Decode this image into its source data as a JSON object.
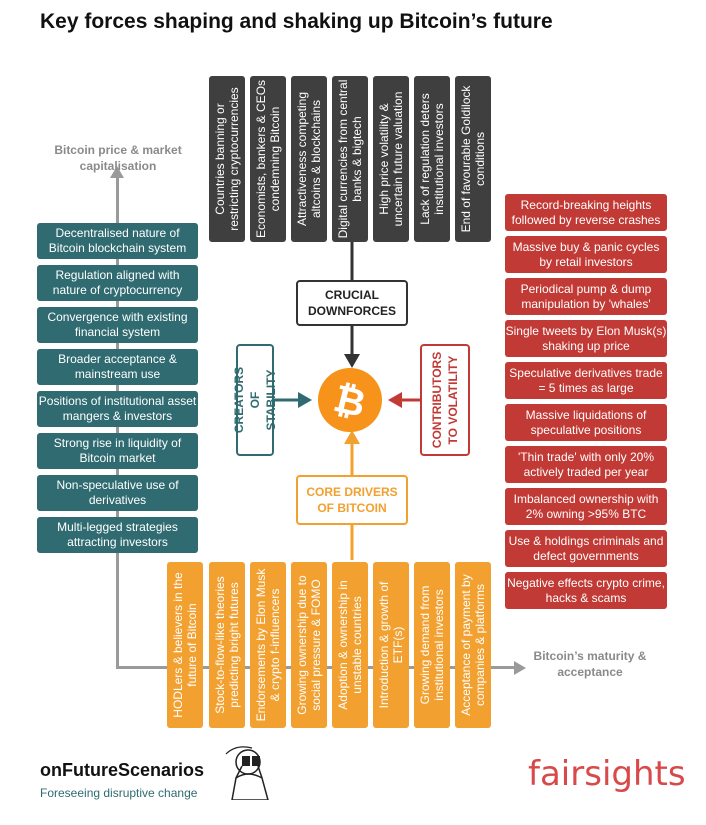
{
  "title": "Key forces shaping and shaking up Bitcoin’s future",
  "axes": {
    "y_label": "Bitcoin price & market capitalisation",
    "x_label": "Bitcoin’s maturity & acceptance"
  },
  "center_icon": "bitcoin-icon",
  "labels": {
    "downforces": "CRUCIAL DOWNFORCES",
    "core_drivers": "CORE DRIVERS OF BITCOIN",
    "stability": "CREATORS OF STABILITY",
    "volatility": "CONTRIBUTORS TO VOLATILITY"
  },
  "downforces": [
    "Countries banning or restricting cryptocurrencies",
    "Economists, bankers & CEOs condemning Bitcoin",
    "Attractiveness competing altcoins & blockchains",
    "Digital currencies from central banks & bigtech",
    "High price volatility & uncertain future valuation",
    "Lack of regulation deters institutional investors",
    "End of favourable Goldilock conditions"
  ],
  "drivers": [
    "HODLers & believers in the future of Bitcoin",
    "Stock-to-flow-like theories predicting bright futures",
    "Endorsements by Elon Musk & crypto f-influencers",
    "Growing ownership due to social pressure & FOMO",
    "Adoption & ownership in unstable countries",
    "Introduction & growth of ETF(s)",
    "Growing demand from institutional investors",
    "Acceptance of payment by companies & platforms"
  ],
  "stability": [
    "Decentralised nature of Bitcoin blockchain system",
    "Regulation aligned with nature of cryptocurrency",
    "Convergence with existing financial system",
    "Broader acceptance & mainstream use",
    "Positions of institutional asset mangers & investors",
    "Strong rise in liquidity of Bitcoin market",
    "Non-speculative use of derivatives",
    "Multi-legged strategies attracting investors"
  ],
  "volatility": [
    "Record-breaking heights followed by reverse crashes",
    "Massive buy & panic cycles by retail investors",
    "Periodical pump & dump manipulation by 'whales'",
    "Single tweets by Elon Musk(s) shaking up price",
    "Speculative derivatives trade = 5 times as large",
    "Massive liquidations of speculative positions",
    "'Thin trade' with only 20% actively traded per year",
    "Imbalanced ownership with 2% owning >95% BTC",
    "Use & holdings criminals and defect governments",
    "Negative effects crypto crime, hacks & scams"
  ],
  "footer": {
    "brand": "onFutureScenarios",
    "tagline": "Foreseeing disruptive change",
    "logo": "fairsights"
  },
  "colors": {
    "teal": "#2f6b70",
    "red": "#c23a35",
    "orange": "#f2a030",
    "dark": "#3f3f3f",
    "bitcoin": "#f7931a"
  }
}
